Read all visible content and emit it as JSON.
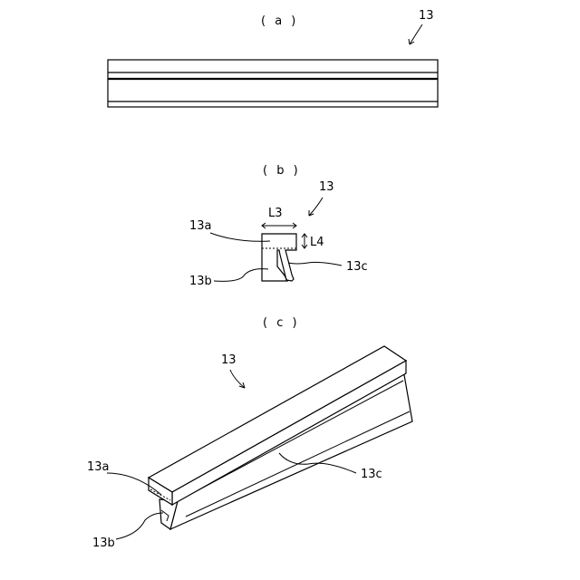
{
  "panels": {
    "a": {
      "caption": "( a )",
      "ref": "13"
    },
    "b": {
      "caption": "( b )",
      "ref": "13",
      "dim_width": "L3",
      "dim_height": "L4",
      "label_top": "13a",
      "label_body": "13b",
      "label_hook": "13c"
    },
    "c": {
      "caption": "( c )",
      "ref": "13",
      "label_top": "13a",
      "label_body": "13b",
      "label_hook": "13c"
    }
  }
}
